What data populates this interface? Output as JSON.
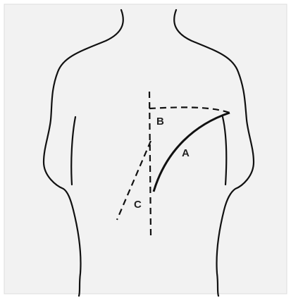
{
  "diagram": {
    "labels": {
      "a": "A",
      "b": "B",
      "c": "C"
    },
    "colors": {
      "background": "#f2f2f2",
      "stroke": "#111111",
      "border": "#dddddd"
    }
  }
}
